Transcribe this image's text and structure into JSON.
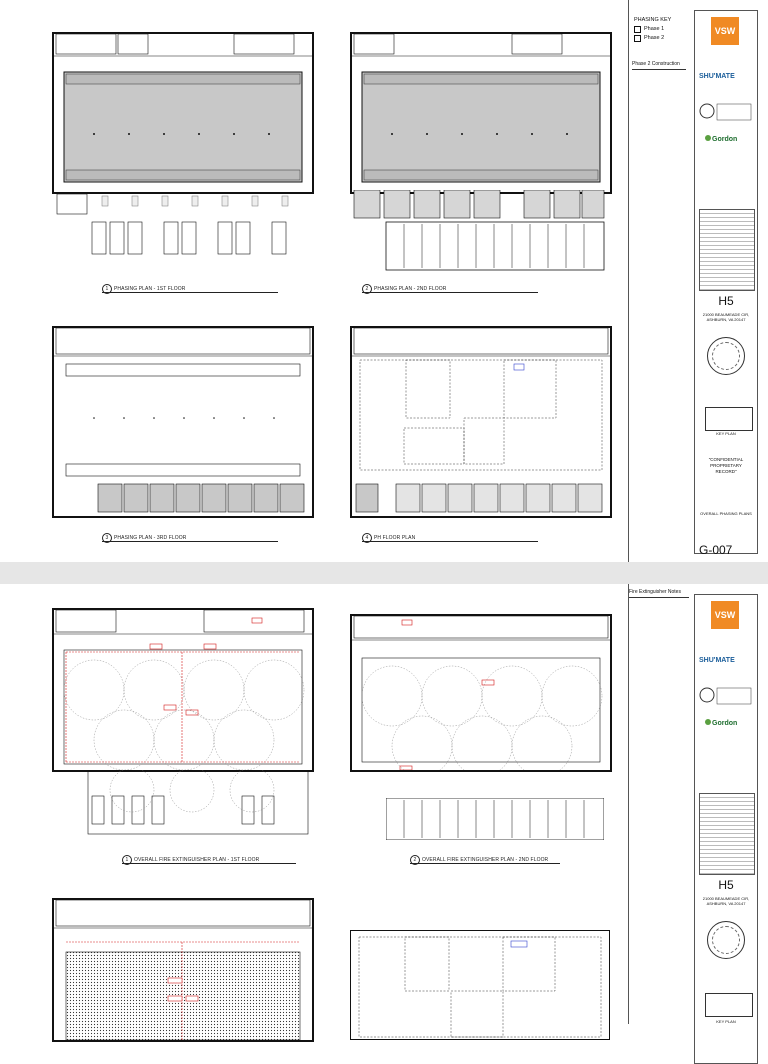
{
  "sheet1": {
    "phasing_key": {
      "title": "PHASING KEY",
      "items": [
        "Phase 1",
        "Phase 2"
      ]
    },
    "phase2_label": "Phase 2 Construction",
    "plans": [
      {
        "num": "1",
        "title": "PHASING PLAN - 1ST FLOOR"
      },
      {
        "num": "2",
        "title": "PHASING PLAN - 2ND FLOOR"
      },
      {
        "num": "3",
        "title": "PHASING PLAN - 3RD FLOOR"
      },
      {
        "num": "4",
        "title": "PH FLOOR PLAN"
      }
    ],
    "titleblock": {
      "logo": "VSW",
      "shumate": "SHU'MATE",
      "gordon": "Gordon",
      "project": "H5",
      "address_line1": "21000 BEAUMEADE CIR,",
      "address_line2": "ASHBURN, VA 20147",
      "keyplan": "KEY PLAN",
      "confidential": [
        "\"CONFIDENTIAL",
        "PROPRIETARY",
        "RECORD\""
      ],
      "sheet_name": "OVERALL PHASING PLANS",
      "sheet_number": "G-007"
    }
  },
  "sheet2": {
    "notes_title": "Fire Extinguisher Notes",
    "plans": [
      {
        "num": "1",
        "title": "OVERALL FIRE EXTINGUISHER PLAN - 1ST FLOOR"
      },
      {
        "num": "2",
        "title": "OVERALL FIRE EXTINGUISHER PLAN - 2ND FLOOR"
      }
    ],
    "titleblock": {
      "logo": "VSW",
      "shumate": "SHU'MATE",
      "gordon": "Gordon",
      "project": "H5",
      "address_line1": "21000 BEAUMEADE CIR,",
      "address_line2": "ASHBURN, VA 20147",
      "keyplan": "KEY PLAN"
    }
  },
  "colors": {
    "vsw_orange": "#f08a24",
    "phase_gray": "#c8c8c8",
    "fire_red": "#d21a1a",
    "gordon_green": "#1d6d2e",
    "shumate_blue": "#1a5d9a"
  }
}
